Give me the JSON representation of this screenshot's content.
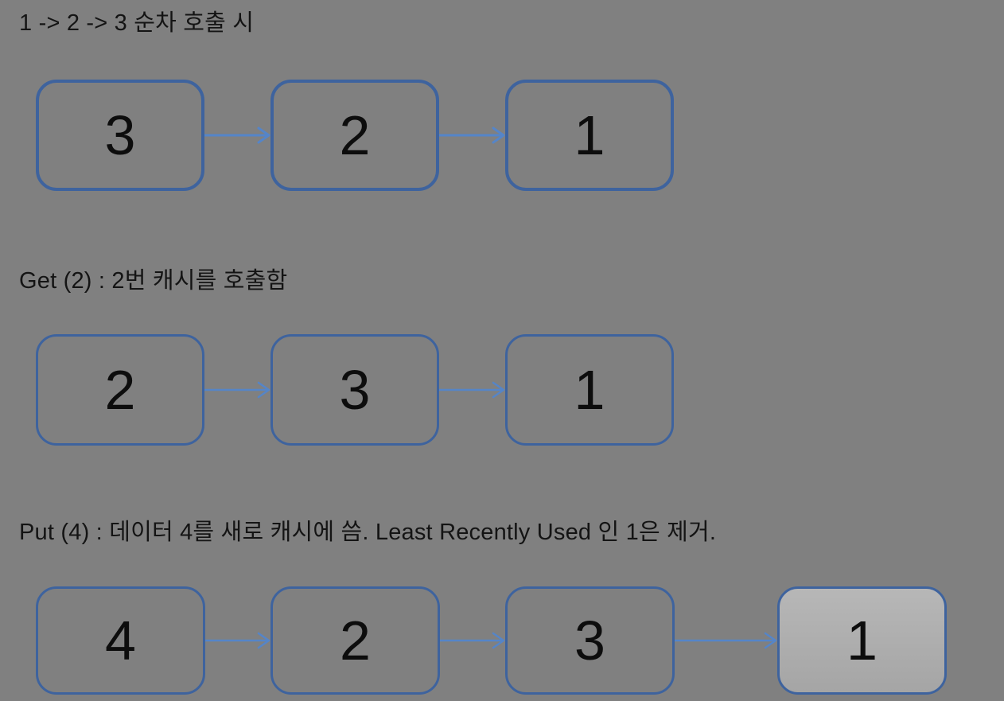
{
  "page": {
    "background_color": "#808080",
    "description": "LRU cache sequence diagram"
  },
  "colors": {
    "box_border": "#3E639E",
    "arrow": "#5585C8",
    "heading_text": "#141414",
    "number_text": "#0D0D0D",
    "highlighted_box_fill_top": "#B7B7B7",
    "highlighted_box_fill_bottom": "#A5A5A5"
  },
  "icons": {
    "arrow": "right-arrow"
  },
  "sections": [
    {
      "heading": "1 -> 2 -> 3 순차 호출 시",
      "boxes": [
        {
          "label": "3",
          "highlighted": false
        },
        {
          "label": "2",
          "highlighted": false
        },
        {
          "label": "1",
          "highlighted": false
        }
      ]
    },
    {
      "heading": "Get (2) : 2번 캐시를 호출함",
      "boxes": [
        {
          "label": "2",
          "highlighted": false
        },
        {
          "label": "3",
          "highlighted": false
        },
        {
          "label": "1",
          "highlighted": false
        }
      ]
    },
    {
      "heading": "Put (4) : 데이터 4를 새로 캐시에 씀. Least Recently Used 인 1은 제거.",
      "boxes": [
        {
          "label": "4",
          "highlighted": false
        },
        {
          "label": "2",
          "highlighted": false
        },
        {
          "label": "3",
          "highlighted": false
        },
        {
          "label": "1",
          "highlighted": true
        }
      ]
    }
  ]
}
